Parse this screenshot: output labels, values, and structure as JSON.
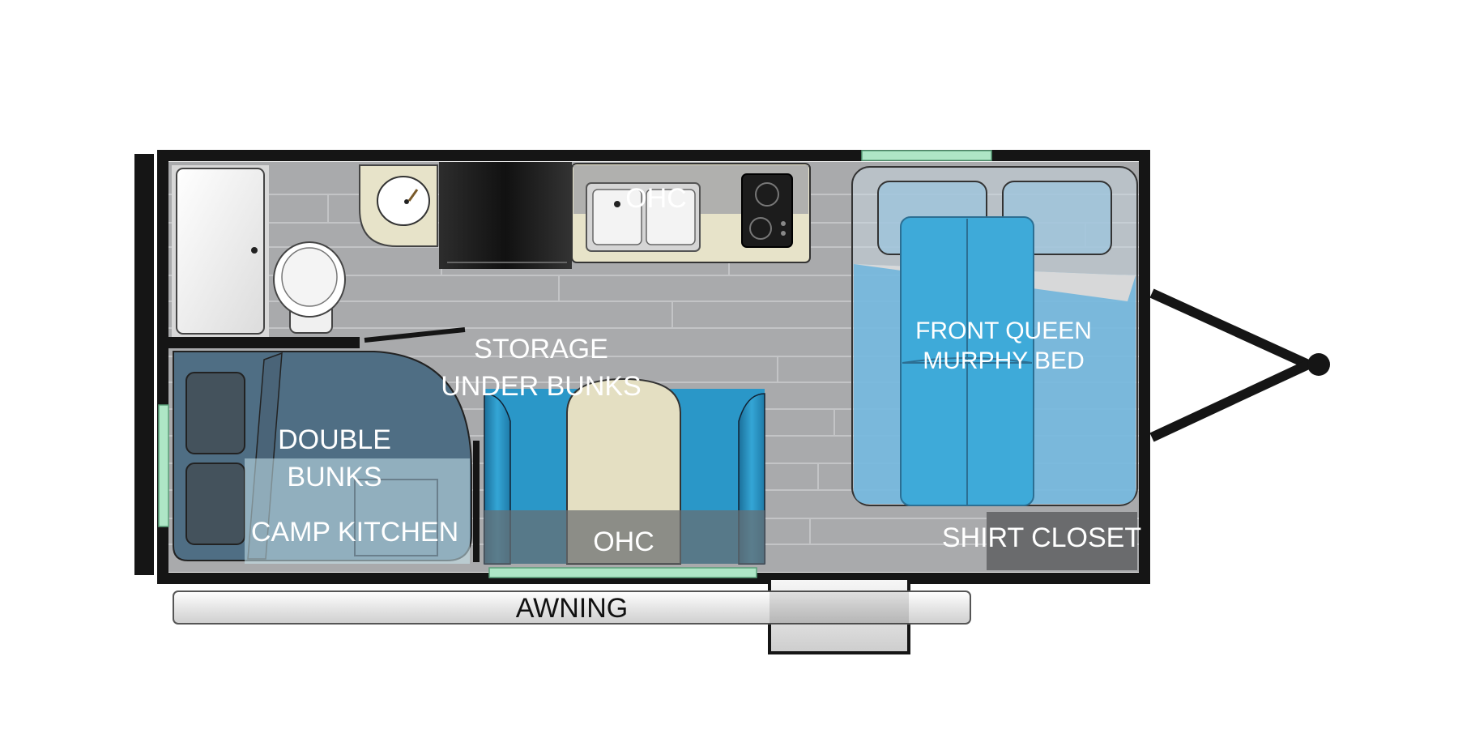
{
  "labels": {
    "ohc_top": "OHC",
    "storage_line1": "STORAGE",
    "storage_line2": "UNDER BUNKS",
    "bunks_line1": "DOUBLE",
    "bunks_line2": "BUNKS",
    "camp_kitchen": "CAMP KITCHEN",
    "ohc_bottom": "OHC",
    "bed_line1": "FRONT QUEEN",
    "bed_line2": "MURPHY BED",
    "shirt_closet": "SHIRT CLOSET",
    "awning": "AWNING"
  },
  "colors": {
    "floor": "#a9aaac",
    "wall": "#151515",
    "bunk": "#4f6e84",
    "dinette_blue": "#2a97c8",
    "dinette_cream": "#e4dfc2",
    "bed_blue": "#3eaad9",
    "bed_overlay": "#6fb6de",
    "window_green": "#aee6c6",
    "counter_cream": "#e7e3c9",
    "closet_gray": "#6a6b6d"
  }
}
